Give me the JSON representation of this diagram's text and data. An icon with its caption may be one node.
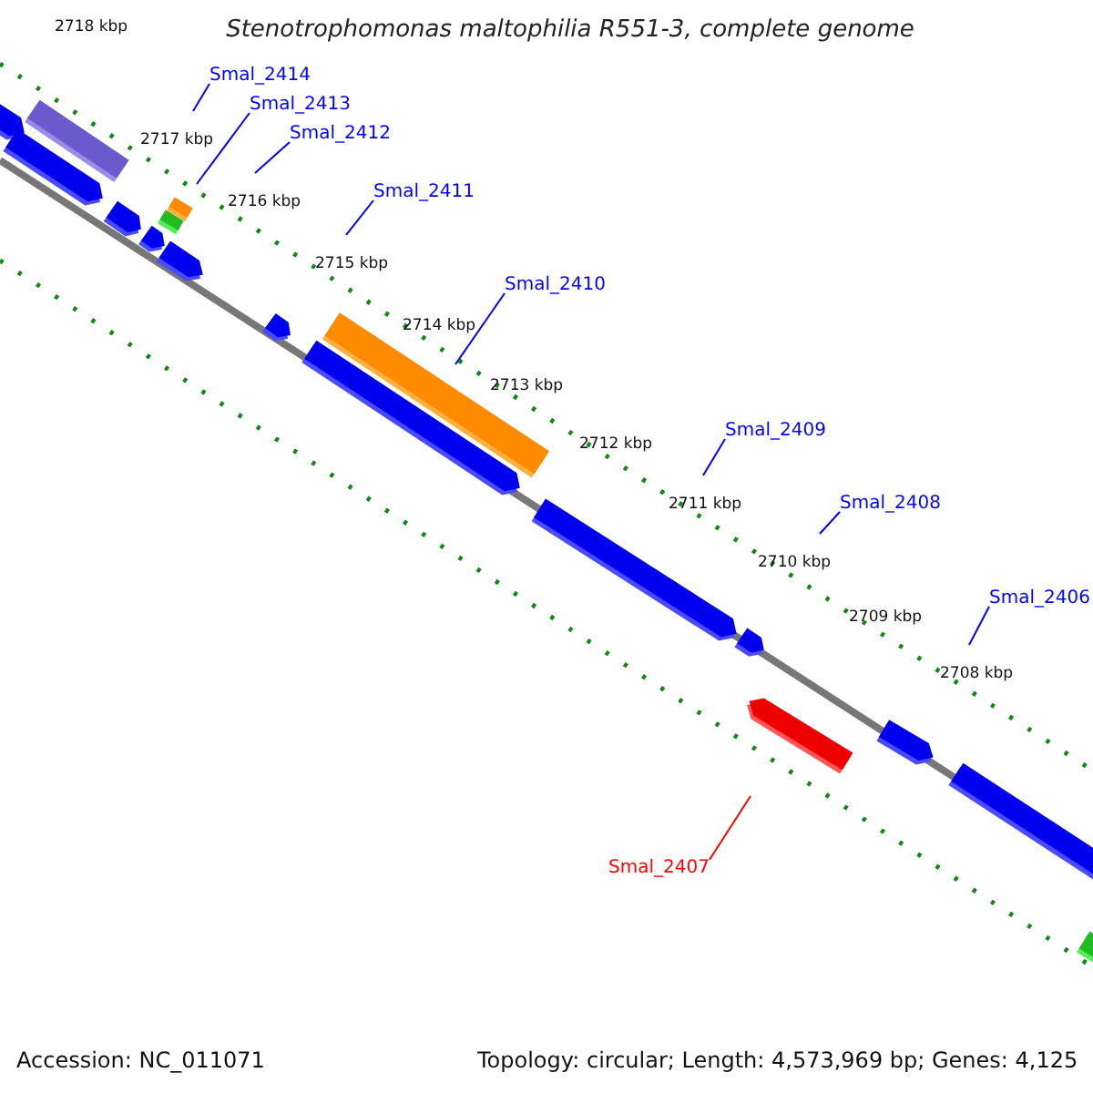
{
  "diagram": {
    "title": "Stenotrophomonas maltophilia R551-3, complete genome",
    "nodes": [
      {
        "text": [
          "Smal_2414"
        ]
      },
      {
        "text": [
          "Smal_2413"
        ]
      },
      {
        "text": [
          "Smal_2412"
        ]
      },
      {
        "text": [
          "Smal_2411"
        ]
      },
      {
        "text": [
          "Smal_2410"
        ]
      },
      {
        "text": [
          "Smal_2409"
        ]
      },
      {
        "text": [
          "Smal_2408"
        ]
      },
      {
        "text": [
          "Smal_2406"
        ]
      },
      {
        "text": [
          "Smal_2407"
        ]
      }
    ],
    "edges": [
      {
        "from": 0,
        "to": null,
        "arrow": "none"
      },
      {
        "from": 1,
        "to": null,
        "arrow": "none"
      },
      {
        "from": 2,
        "to": null,
        "arrow": "none"
      },
      {
        "from": 3,
        "to": null,
        "arrow": "none"
      },
      {
        "from": 4,
        "to": null,
        "arrow": "none"
      },
      {
        "from": 5,
        "to": null,
        "arrow": "none"
      },
      {
        "from": 6,
        "to": null,
        "arrow": "none"
      },
      {
        "from": 7,
        "to": null,
        "arrow": "none"
      },
      {
        "from": 8,
        "to": null,
        "arrow": "none",
        "color": "#ff0000"
      }
    ],
    "labels": [
      "2718 kbp",
      "2717 kbp",
      "2716 kbp",
      "2715 kbp",
      "2714 kbp",
      "2713 kbp",
      "2712 kbp",
      "2711 kbp",
      "2710 kbp",
      "2709 kbp",
      "2708 kbp",
      "Accession: NC_011071",
      "Topology: circular; Length: 4,573,969 bp; Genes: 4,125"
    ]
  }
}
